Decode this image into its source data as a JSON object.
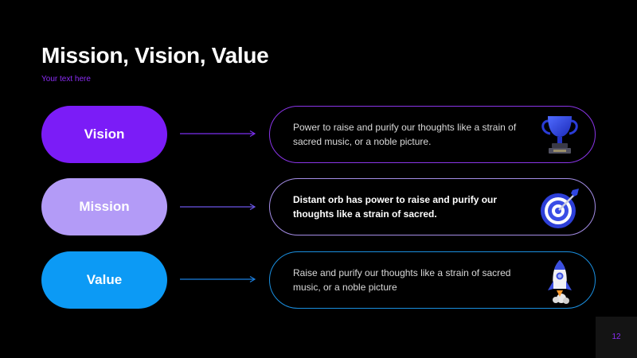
{
  "slide": {
    "title": "Mission, Vision, Value",
    "subtitle": "Your text here",
    "page_number": "12"
  },
  "rows": [
    {
      "label": "Vision",
      "color": "#7b1cf7",
      "border_color": "#8a35e8",
      "icon": "trophy-icon",
      "text": "Power to raise and purify our thoughts like a strain of sacred music, or a noble picture."
    },
    {
      "label": "Mission",
      "color": "#b39bf7",
      "border_color": "#a48de6",
      "icon": "target-dart-icon",
      "text": "Distant  orb has power to raise and  purify our thoughts like a strain of sacred."
    },
    {
      "label": "Value",
      "color": "#0c9af5",
      "border_color": "#1a8fe0",
      "icon": "rocket-icon",
      "text": "Raise and  purify our thoughts like a strain of sacred music, or a noble picture"
    }
  ]
}
